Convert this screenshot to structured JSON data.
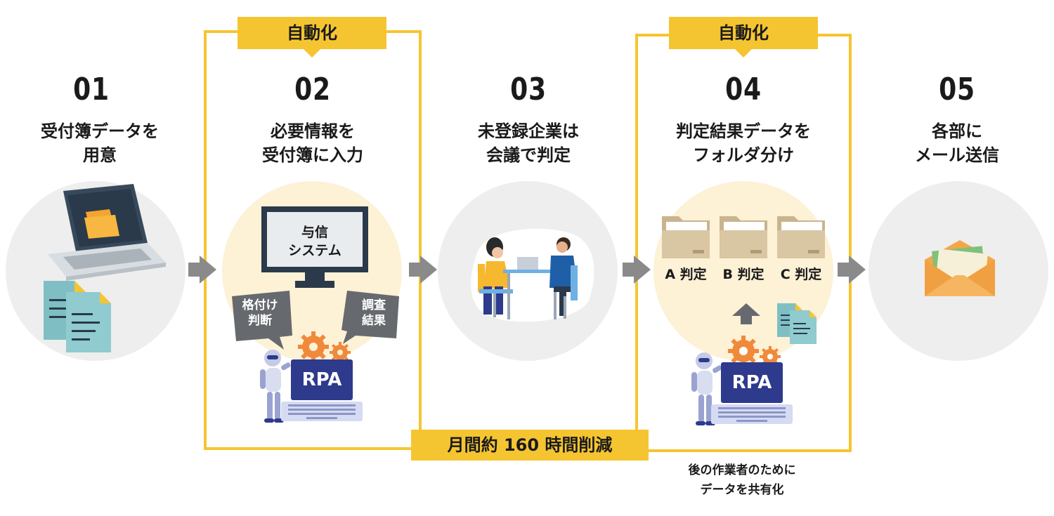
{
  "auto_tags": [
    "自動化",
    "自動化"
  ],
  "steps": [
    {
      "num": "01",
      "title": "受付簿データを\n用意"
    },
    {
      "num": "02",
      "title": "必要情報を\n受付簿に入力"
    },
    {
      "num": "03",
      "title": "未登録企業は\n会議で判定"
    },
    {
      "num": "04",
      "title": "判定結果データを\nフォルダ分け"
    },
    {
      "num": "05",
      "title": "各部に\nメール送信"
    }
  ],
  "step2": {
    "monitor_text_1": "与信",
    "monitor_text_2": "システム",
    "bubble_left_1": "格付け",
    "bubble_left_2": "判断",
    "bubble_right_1": "調査",
    "bubble_right_2": "結果",
    "rpa_label": "RPA"
  },
  "step4": {
    "folders": [
      "A 判定",
      "B 判定",
      "C 判定"
    ],
    "rpa_label": "RPA"
  },
  "banner": "月間約 160 時間削減",
  "note": "後の作業者のために\nデータを共有化",
  "colors": {
    "accent": "#f5c531",
    "circle_gray": "#eeeeee",
    "circle_cream": "#fdf1d6",
    "arrow": "#8a8a8a",
    "navy": "#2e3a8c"
  }
}
